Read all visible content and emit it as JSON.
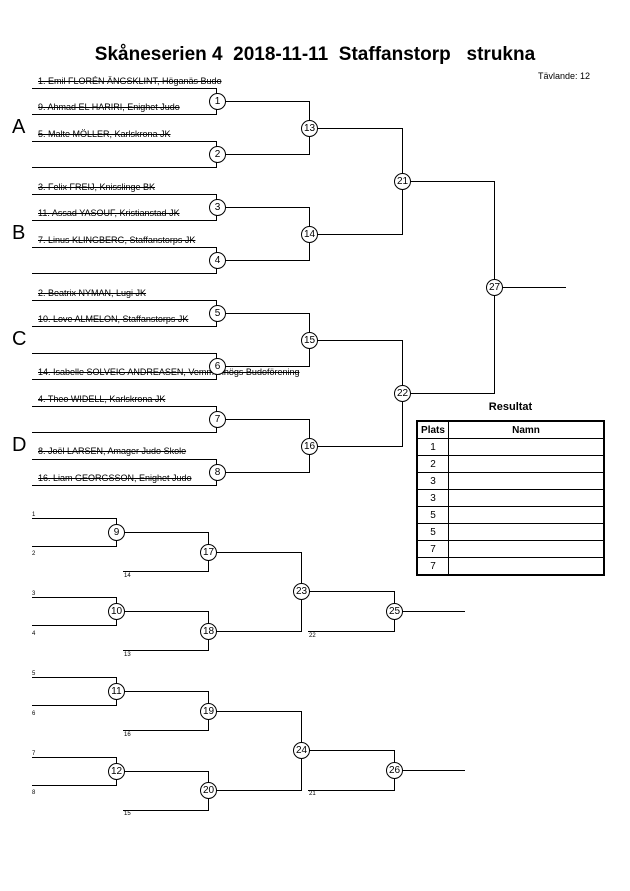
{
  "title": "Skåneserien 4  2018-11-11  Staffanstorp   strukna",
  "participants_label": "Tävlande: 12",
  "pools": [
    "A",
    "B",
    "C",
    "D"
  ],
  "entries": [
    "1. Emil FLORÉN ÄNGSKLINT, Höganäs Budo",
    "9. Ahmad EL HARIRI, Enighet Judo",
    "5. Malte MÖLLER, Karlskrona JK",
    "3. Felix FREIJ, Knisslinge BK",
    "11. Assad YASOUF, Kristianstad JK",
    "7. Linus KLINGBERG, Staffanstorps JK",
    "2. Beatrix NYMAN, Lugi JK",
    "10. Love ALMELON, Staffanstorps JK",
    "14. Isabelle SOLVEIG ANDREASEN, Vemmenhögs Budoförening",
    "4. Theo WIDELL, Karlskrona JK",
    "8. Joël LARSEN, Amager Judo Skole",
    "16. Liam GEORGSSON, Enighet Judo"
  ],
  "main_bracket_matches": [
    "1",
    "2",
    "3",
    "4",
    "5",
    "6",
    "7",
    "8",
    "13",
    "14",
    "15",
    "16",
    "21",
    "22",
    "27"
  ],
  "repechage": {
    "matches": [
      "9",
      "10",
      "11",
      "12",
      "17",
      "18",
      "19",
      "20",
      "23",
      "24",
      "25",
      "26"
    ],
    "seed_labels": [
      "1",
      "2",
      "3",
      "4",
      "5",
      "6",
      "7",
      "8"
    ],
    "loser_labels": [
      "14",
      "13",
      "16",
      "15",
      "22",
      "21"
    ]
  },
  "result": {
    "title": "Resultat",
    "col_place": "Plats",
    "col_name": "Namn",
    "places": [
      "1",
      "2",
      "3",
      "3",
      "5",
      "5",
      "7",
      "7"
    ]
  }
}
